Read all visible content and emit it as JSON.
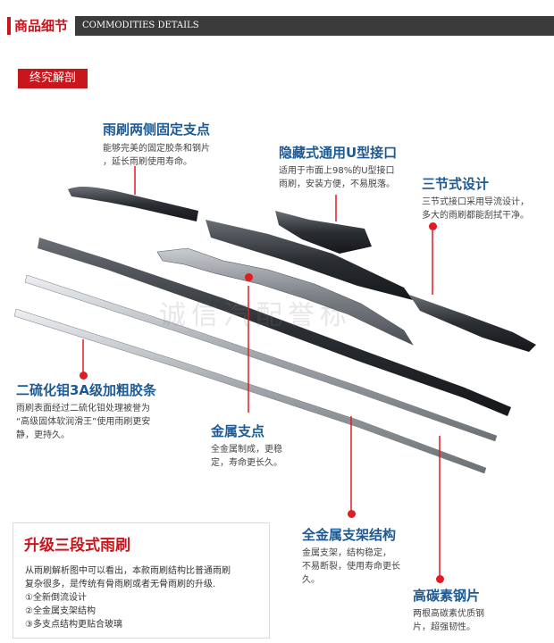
{
  "header": {
    "title": "商品细节",
    "subtitle": "COMMODITIES DETAILS"
  },
  "tag": "终究解剖",
  "callouts": {
    "fixed_points": {
      "title": "雨刷两侧固定支点",
      "desc": [
        "能够完美的固定胶条和钢片",
        "，延长雨刷使用寿命。"
      ]
    },
    "hidden_connector": {
      "title": "隐藏式通用U型接口",
      "desc": [
        "适用于市面上98%的U型接口",
        "雨刷，安装方便，不易脱落。"
      ]
    },
    "three_section": {
      "title": "三节式设计",
      "desc": [
        "三节式接口采用导流设计，",
        "多大的雨刷都能刮拭干净。"
      ]
    },
    "rubber_strip": {
      "title": "二硫化钼3A级加粗胶条",
      "desc": [
        "雨刷表面经过二硫化钼处理被誉为",
        "“高级固体软润滑王”使用雨刷更安",
        "静，更持久。"
      ]
    },
    "metal_point": {
      "title": "金属支点",
      "desc": [
        "全金属制成，更稳",
        "定，寿命更长久。"
      ]
    },
    "metal_frame": {
      "title": "全金属支架结构",
      "desc": [
        "金属支架，结构稳定，",
        "不易断裂，使用寿命更长",
        "久。"
      ]
    },
    "steel_strip": {
      "title": "高碳素钢片",
      "desc": [
        "两根高碳素优质钢",
        "片，超强韧性。"
      ]
    }
  },
  "upgrade_box": {
    "title": "升级三段式雨刷",
    "intro": [
      "从雨刷解析图中可以看出，本款雨刷结构比普通雨刷",
      "复杂很多，是传统有骨雨刷或者无骨雨刷的升级."
    ],
    "points": [
      "①全新倒流设计",
      "②全金属支架结构",
      "③多支点结构更贴合玻璃"
    ]
  },
  "watermark": "诚信汽配誉标",
  "colors": {
    "brand_red": "#c8161d",
    "title_blue": "#1d5a94",
    "dot_red": "#e01b22"
  }
}
